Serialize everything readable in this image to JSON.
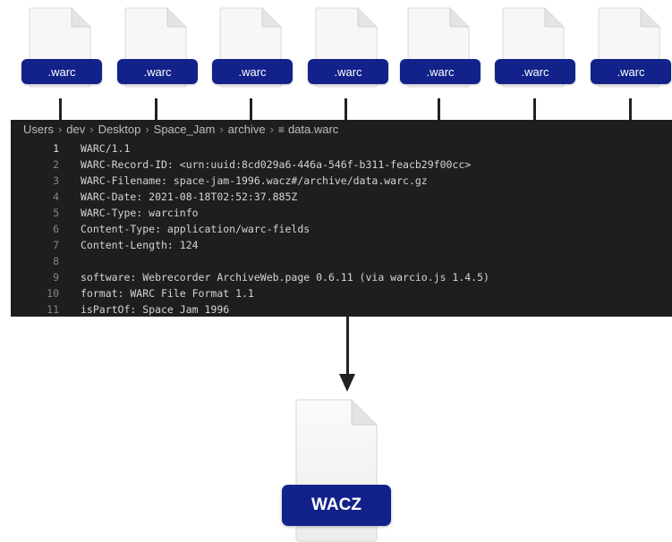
{
  "warc_files": [
    {
      "label": ".warc"
    },
    {
      "label": ".warc"
    },
    {
      "label": ".warc"
    },
    {
      "label": ".warc"
    },
    {
      "label": ".warc"
    },
    {
      "label": ".warc"
    },
    {
      "label": ".warc"
    }
  ],
  "editor": {
    "breadcrumb": [
      "Users",
      "dev",
      "Desktop",
      "Space_Jam",
      "archive"
    ],
    "breadcrumb_file": "data.warc",
    "breadcrumb_file_icon": "lines-file-icon",
    "lines": [
      {
        "number": "1",
        "text": "WARC/1.1"
      },
      {
        "number": "2",
        "text": "WARC-Record-ID: <urn:uuid:8cd029a6-446a-546f-b311-feacb29f00cc>"
      },
      {
        "number": "3",
        "text": "WARC-Filename: space-jam-1996.wacz#/archive/data.warc.gz"
      },
      {
        "number": "4",
        "text": "WARC-Date: 2021-08-18T02:52:37.885Z"
      },
      {
        "number": "5",
        "text": "WARC-Type: warcinfo"
      },
      {
        "number": "6",
        "text": "Content-Type: application/warc-fields"
      },
      {
        "number": "7",
        "text": "Content-Length: 124"
      },
      {
        "number": "8",
        "text": ""
      },
      {
        "number": "9",
        "text": "software: Webrecorder ArchiveWeb.page 0.6.11 (via warcio.js 1.4.5)"
      },
      {
        "number": "10",
        "text": "format: WARC File Format 1.1"
      },
      {
        "number": "11",
        "text": "isPartOf: Space Jam 1996"
      }
    ]
  },
  "output": {
    "label": "WACZ"
  },
  "colors": {
    "badge": "#12228a",
    "editor_bg": "#1e1e1e",
    "arrow": "#222222"
  }
}
